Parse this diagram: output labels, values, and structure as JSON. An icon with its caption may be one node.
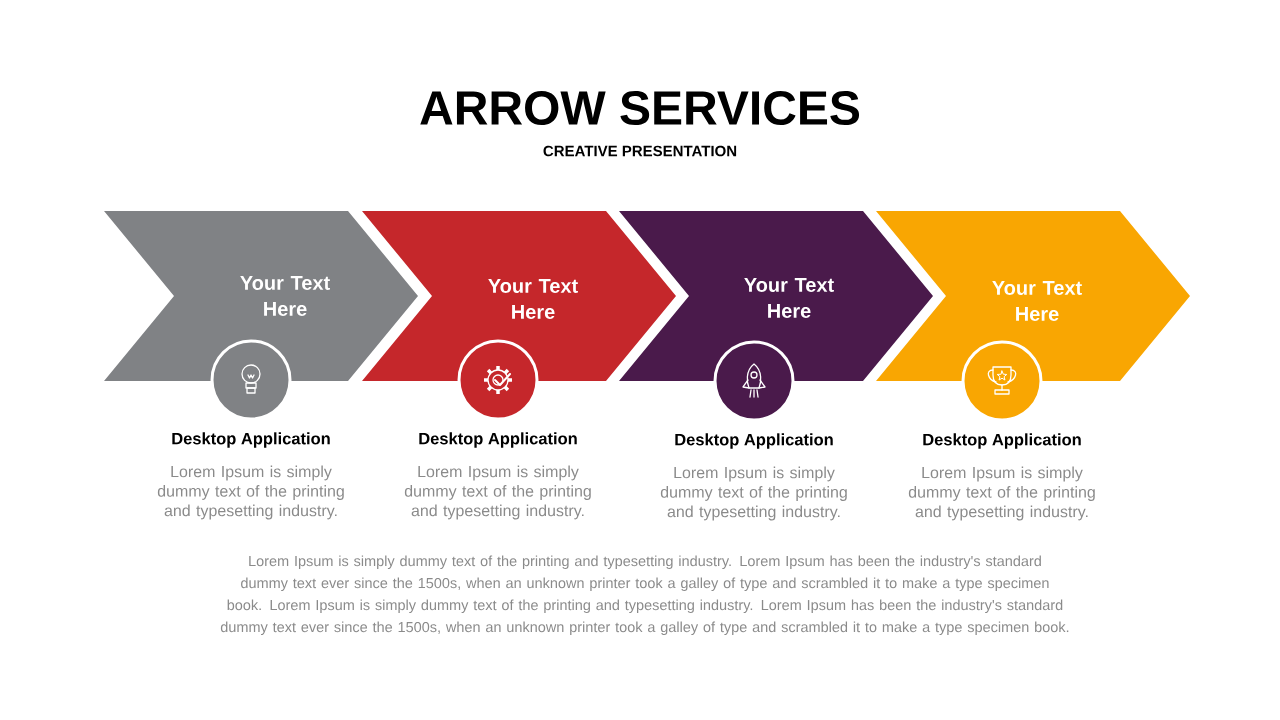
{
  "diagram": {
    "title": "ARROW SERVICES",
    "nodes": [
      {
        "text": [
          "Your Text Here"
        ],
        "beside": [
          "Desktop Application",
          "Lorem Ipsum is simply dummy text of the printing and typesetting industry."
        ]
      },
      {
        "text": [
          "Your Text Here"
        ],
        "beside": [
          "Desktop Application",
          "Lorem Ipsum is simply dummy text of the printing and typesetting industry."
        ]
      },
      {
        "text": [
          "Your Text Here"
        ],
        "beside": [
          "Desktop Application",
          "Lorem Ipsum is simply dummy text of the printing and typesetting industry."
        ]
      },
      {
        "text": [
          "Your Text Here"
        ],
        "beside": [
          "Desktop Application",
          "Lorem Ipsum is simply dummy text of the printing and typesetting industry."
        ]
      }
    ],
    "labels": [
      "CREATIVE PRESENTATION",
      "Lorem Ipsum is simply dummy text of the printing and typesetting industry. Lorem Ipsum has been the industry's standard dummy text ever since the 1500s, when an unknown printer took a galley of type and scrambled it to make a type specimen book. Lorem Ipsum is simply dummy text of the printing and typesetting industry. Lorem Ipsum has been the industry's standard dummy text ever since the 1500s, when an unknown printer took a galley of type and scrambled it to make a type specimen book."
    ]
  }
}
